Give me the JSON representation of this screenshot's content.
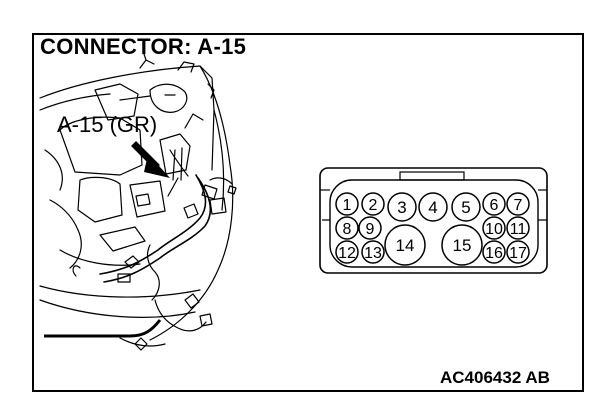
{
  "title": "CONNECTOR: A-15",
  "callout": "A-15 (GR)",
  "figure_id": "AC406432 AB",
  "colors": {
    "ink": "#000000",
    "paper": "#ffffff"
  },
  "connector": {
    "pins": [
      "1",
      "2",
      "3",
      "4",
      "5",
      "6",
      "7",
      "8",
      "9",
      "10",
      "11",
      "12",
      "13",
      "14",
      "15",
      "16",
      "17"
    ]
  }
}
